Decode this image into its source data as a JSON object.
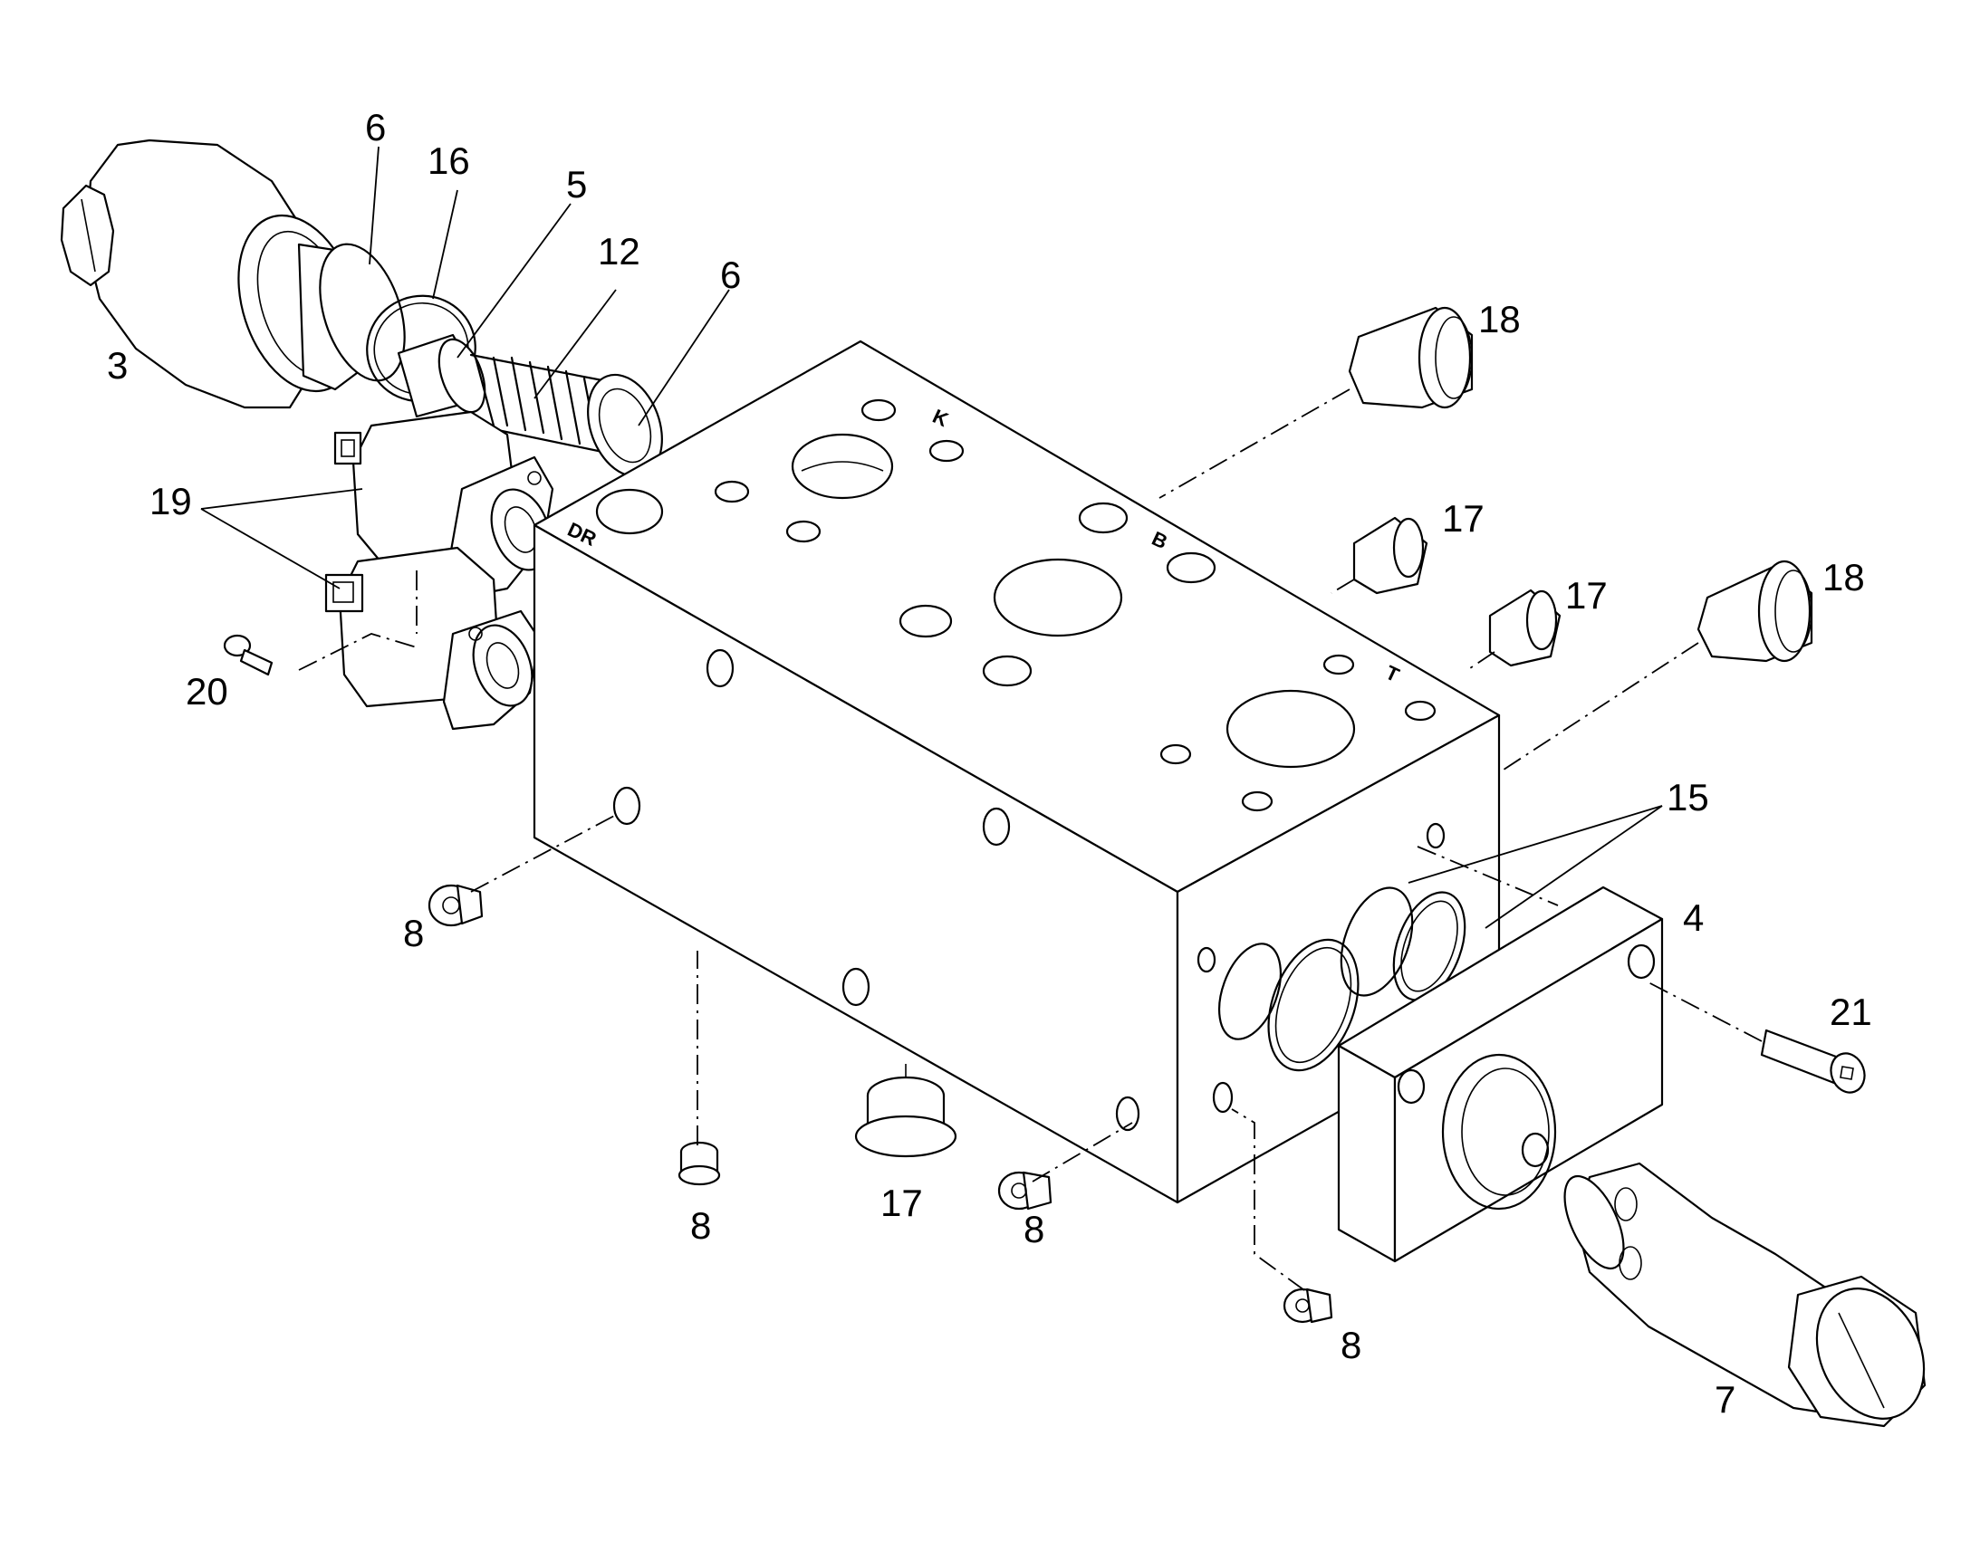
{
  "callouts": {
    "c3": "3",
    "c6a": "6",
    "c16": "16",
    "c5": "5",
    "c12": "12",
    "c6b": "6",
    "c19": "19",
    "c20": "20",
    "c18a": "18",
    "c17a": "17",
    "c17b": "17",
    "c18b": "18",
    "c15": "15",
    "c4": "4",
    "c21": "21",
    "c8a": "8",
    "c8b": "8",
    "c17c": "17",
    "c8c": "8",
    "c8d": "8",
    "c7": "7"
  },
  "ports": {
    "k": "K",
    "b": "B",
    "t": "T",
    "dr": "DR"
  }
}
